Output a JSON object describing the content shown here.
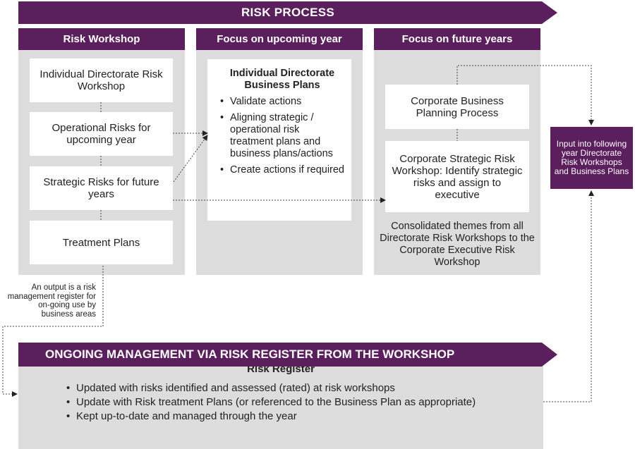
{
  "header": {
    "title": "RISK PROCESS"
  },
  "columns": {
    "workshop": {
      "title": "Risk Workshop",
      "boxes": [
        "Individual Directorate Risk Workshop",
        "Operational Risks for upcoming year",
        "Strategic Risks for future years",
        "Treatment Plans"
      ]
    },
    "upcoming": {
      "title": "Focus on upcoming year",
      "plan_title": "Individual Directorate Business Plans",
      "bullets": [
        "Validate actions",
        "Aligning strategic / operational risk treatment plans and business plans/actions",
        "Create actions if required"
      ]
    },
    "future": {
      "title": "Focus on future years",
      "boxes": [
        "Corporate Business Planning Process",
        "Corporate Strategic Risk Workshop: Identify strategic risks and assign to executive"
      ],
      "note": "Consolidated themes from all Directorate Risk Workshops to the Corporate Executive Risk Workshop"
    }
  },
  "input_box": "Input into following year Directorate Risk Workshops and Business Plans",
  "output_note": "An output is a risk management register for on-going use by business areas",
  "ongoing": {
    "title": "ONGOING MANAGEMENT VIA RISK REGISTER FROM THE WORKSHOP",
    "register_title": "Risk Register",
    "bullets": [
      "Updated with risks identified and assessed (rated) at risk workshops",
      "Update with Risk treatment Plans (or referenced to the Business Plan as appropriate)",
      "Kept up-to-date and managed through the year"
    ]
  },
  "colors": {
    "accent": "#5c1f5e",
    "panel": "#dddddd",
    "box": "#ffffff"
  }
}
